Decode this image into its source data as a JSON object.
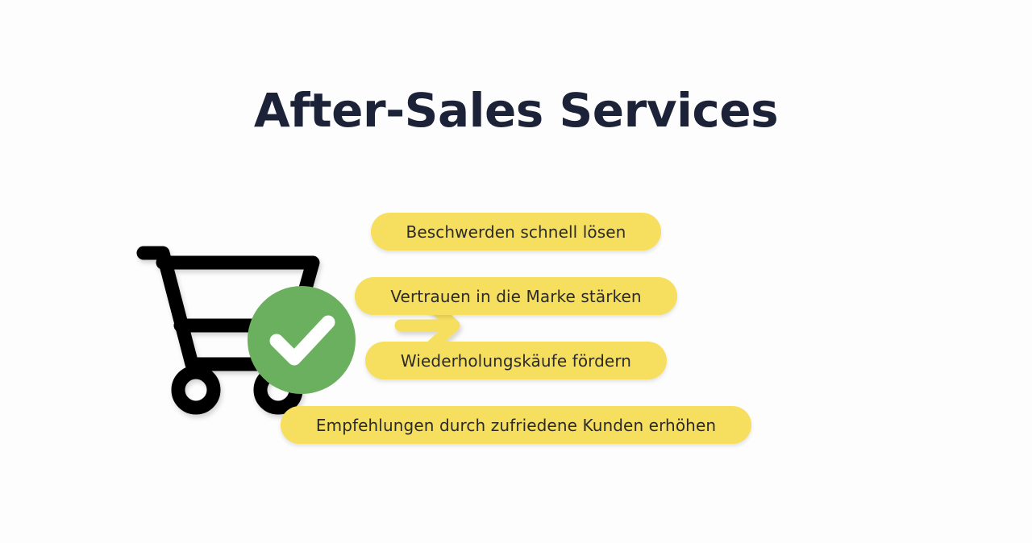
{
  "slide": {
    "background_color": "#fdfdfd",
    "title": "After-Sales Services",
    "title_color": "#1c2238"
  },
  "illustration": {
    "cart_icon_name": "shopping-cart-icon",
    "cart_color": "#000000",
    "badge_icon_name": "check-circle-badge",
    "badge_color": "#6bb05e",
    "check_color": "#ffffff",
    "arrow_icon_name": "arrow-right-icon",
    "arrow_color": "#f6df5e"
  },
  "benefits": {
    "pill_background_color": "#f6df5e",
    "pill_text_color": "#2b2b2b",
    "items": [
      {
        "label": "Beschwerden schnell lösen"
      },
      {
        "label": "Vertrauen in die Marke stärken"
      },
      {
        "label": "Wiederholungskäufe fördern"
      },
      {
        "label": "Empfehlungen durch zufriedene Kunden erhöhen"
      }
    ]
  }
}
